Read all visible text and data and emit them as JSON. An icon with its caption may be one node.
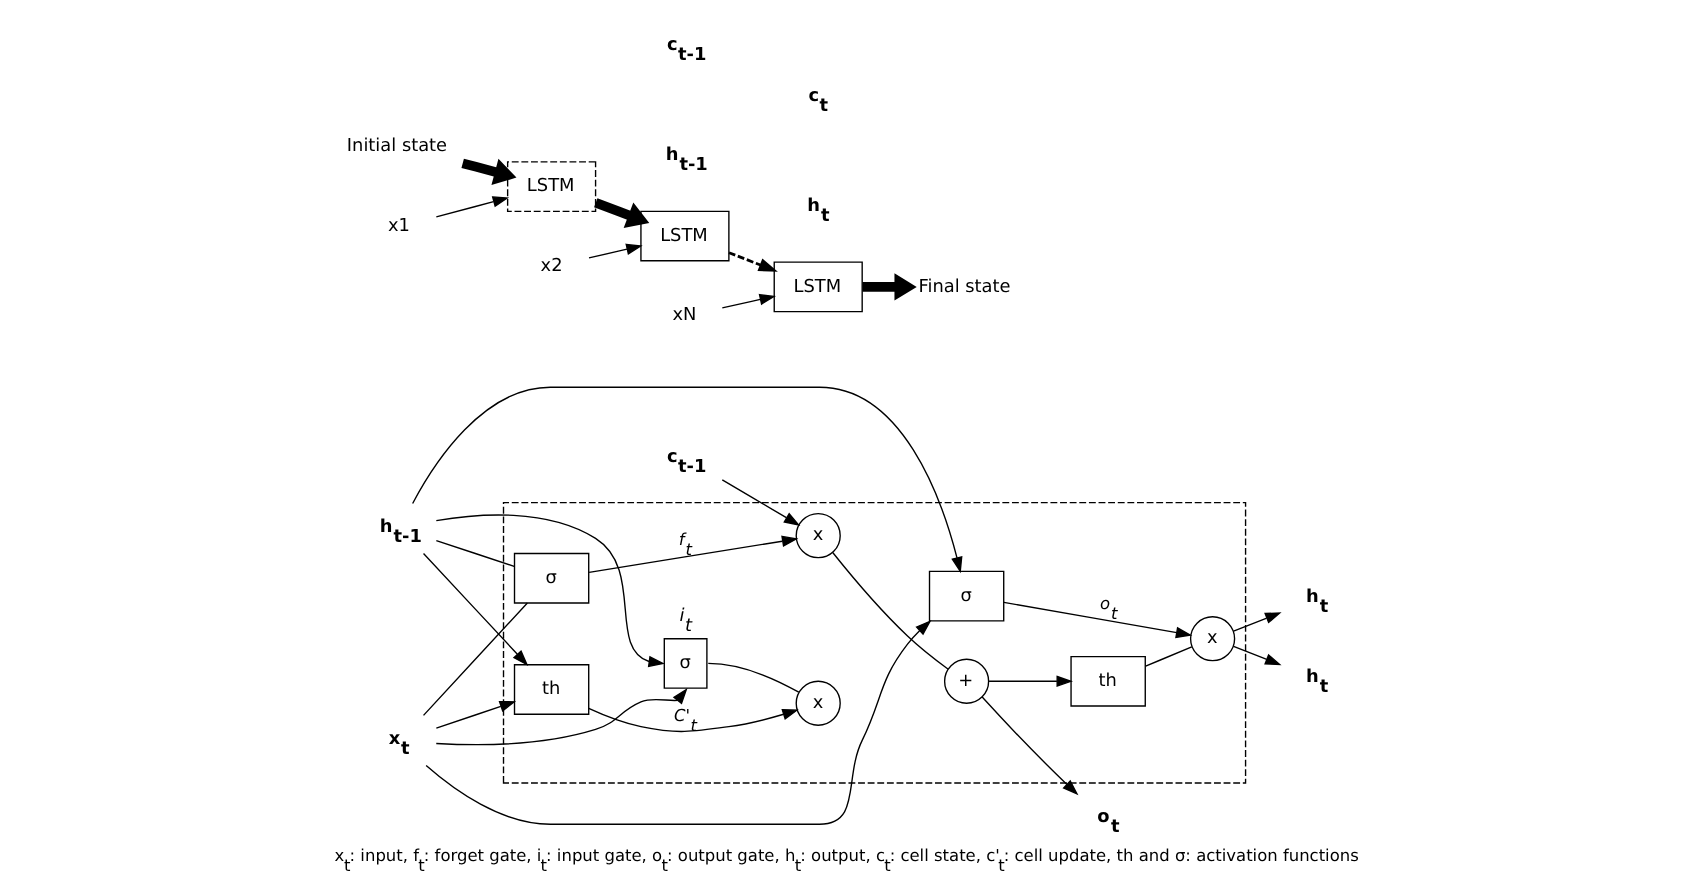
{
  "diagram": {
    "caption": "x$_{t}$: input, f$_{t}$: forget gate, i$_{t}$: input gate, o$_{t}$: output gate, h$_{t}$: output, c$_{t}$: cell state, c'$_{t}$: cell update, th and σ: activation functions",
    "nodes": [
      {
        "text": [],
        "shape": "box"
      },
      {
        "text": [
          "x"
        ],
        "in": 0
      },
      {
        "text": [
          "+"
        ],
        "in": 0
      },
      {
        "text": [
          "σ"
        ],
        "in": 0
      },
      {
        "text": [
          "σ"
        ],
        "in": 0,
        "beside": [
          "i$_{t}$"
        ]
      },
      {
        "text": [
          "x"
        ],
        "in": 0
      },
      {
        "text": [
          "th"
        ],
        "in": 0
      },
      {
        "text": [
          "σ"
        ],
        "in": 0
      },
      {
        "text": [
          "x"
        ],
        "in": 0
      },
      {
        "text": [
          "th"
        ],
        "in": 0
      },
      {
        "text": [
          "c$_{t-1}$"
        ]
      },
      {
        "text": [
          "h$_{t-1}$"
        ]
      },
      {
        "text": [
          "x$_{t}$"
        ]
      },
      {
        "text": [
          "h$_{t}$"
        ]
      },
      {
        "text": [
          "o$_{t}$"
        ]
      },
      {
        "text": [
          "h$_{t}$"
        ]
      },
      {
        "text": [
          "Initial state"
        ]
      },
      {
        "text": [
          "x1"
        ]
      },
      {
        "text": [
          "LSTM"
        ]
      },
      {
        "text": [
          "x2"
        ]
      },
      {
        "text": [
          "LSTM"
        ]
      },
      {
        "text": [
          "xN"
        ]
      },
      {
        "text": [
          "LSTM"
        ]
      },
      {
        "text": [
          "Final state"
        ]
      }
    ],
    "edges": [
      {
        "from": 10,
        "to": 1,
        "arrow": "to"
      },
      {
        "from": 1,
        "to": 2,
        "arrow": "none"
      },
      {
        "from": 3,
        "to": 1,
        "arrow": "to",
        "label": "f$_{t}$"
      },
      {
        "from": 11,
        "to": 3,
        "arrow": "none"
      },
      {
        "from": 11,
        "to": 4,
        "arrow": "to"
      },
      {
        "from": 11,
        "to": 6,
        "arrow": "to"
      },
      {
        "from": 11,
        "to": 7,
        "arrow": "to"
      },
      {
        "from": 12,
        "to": 3,
        "arrow": "none"
      },
      {
        "from": 12,
        "to": 4,
        "arrow": "to"
      },
      {
        "from": 12,
        "to": 6,
        "arrow": "to"
      },
      {
        "from": 12,
        "to": 7,
        "arrow": "to"
      },
      {
        "from": 4,
        "to": 5,
        "arrow": "none"
      },
      {
        "from": 6,
        "to": 5,
        "arrow": "to",
        "label": "C'$_{t}$"
      },
      {
        "from": 2,
        "to": 14,
        "arrow": "to"
      },
      {
        "from": 2,
        "to": 9,
        "arrow": "to"
      },
      {
        "from": 9,
        "to": 8,
        "arrow": "none"
      },
      {
        "from": 7,
        "to": 8,
        "arrow": "to",
        "label": "o$_{t}$"
      },
      {
        "from": 8,
        "to": 13,
        "arrow": "to"
      },
      {
        "from": 8,
        "to": 15,
        "arrow": "to"
      },
      {
        "from": 16,
        "to": 18,
        "arrow": "to",
        "style": "thick"
      },
      {
        "from": 17,
        "to": 18,
        "arrow": "to"
      },
      {
        "from": 18,
        "to": 20,
        "arrow": "to",
        "style": "thick"
      },
      {
        "from": 19,
        "to": 20,
        "arrow": "to"
      },
      {
        "from": 20,
        "to": 22,
        "arrow": "to",
        "style": "dashed"
      },
      {
        "from": 21,
        "to": 22,
        "arrow": "to"
      },
      {
        "from": 22,
        "to": 23,
        "arrow": "to",
        "style": "thick"
      }
    ],
    "labels": [
      "c$_{t-1}$",
      "h$_{t-1}$",
      "c$_{t}$",
      "h$_{t}$"
    ]
  }
}
